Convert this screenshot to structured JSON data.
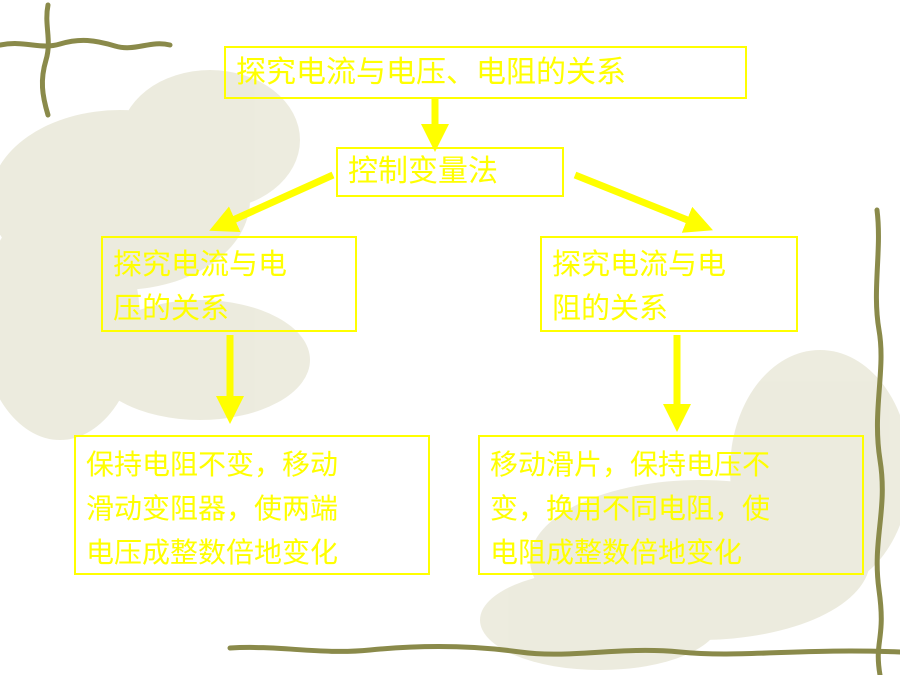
{
  "diagram": {
    "title": "探究电流与电压、电阻的关系",
    "method": "控制变量法",
    "left_branch": {
      "lines": [
        "探究电流与电",
        "压的关系"
      ]
    },
    "right_branch": {
      "lines": [
        "探究电流与电",
        "阻的关系"
      ]
    },
    "left_detail": {
      "lines": [
        "保持电阻不变，移动",
        "滑动变阻器，使两端",
        "电压成整数倍地变化"
      ]
    },
    "right_detail": {
      "lines": [
        "移动滑片，保持电压不",
        "变，换用不同电阻，使",
        "电阻成整数倍地变化"
      ]
    }
  },
  "colors": {
    "accent": "#ffff00",
    "decor": "#8a8a4a",
    "flower": "#dcdcc0"
  }
}
